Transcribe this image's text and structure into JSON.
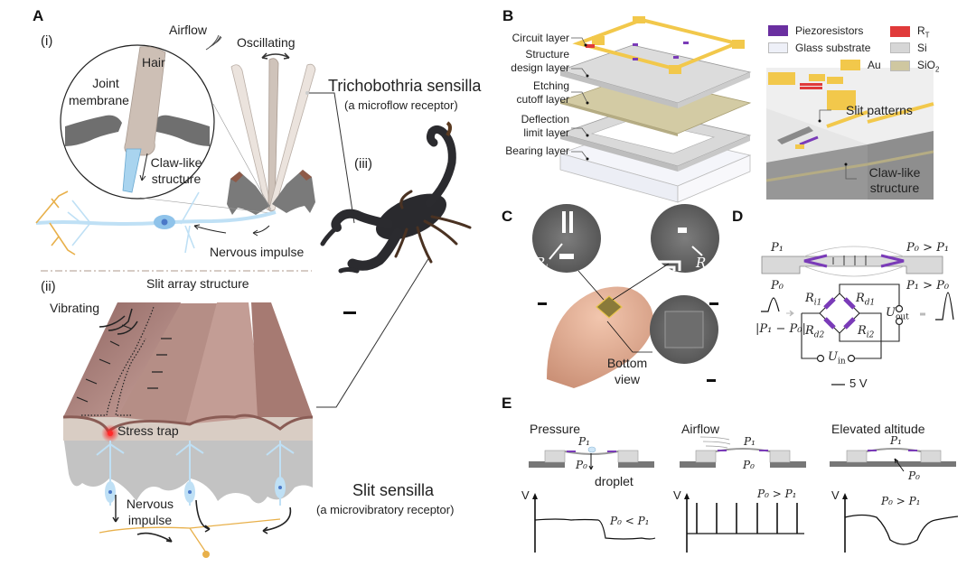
{
  "panels": {
    "A": {
      "letter": "A",
      "sub_i": "(i)",
      "sub_ii": "(ii)",
      "sub_iii": "(iii)",
      "airflow": "Airflow",
      "oscillating": "Oscillating",
      "hair": "Hair",
      "joint_membrane_1": "Joint",
      "joint_membrane_2": "membrane",
      "claw_1": "Claw-like",
      "claw_2": "structure",
      "nervous_impulse_top": "Nervous impulse",
      "trichobothria_title": "Trichobothria sensilla",
      "trichobothria_sub": "(a microflow receptor)",
      "slit_array": "Slit array structure",
      "vibrating": "Vibrating",
      "stress_trap": "Stress trap",
      "nervous_1": "Nervous",
      "nervous_2": "impulse",
      "slit_title": "Slit sensilla",
      "slit_sub": "(a microvibratory receptor)"
    },
    "B": {
      "letter": "B",
      "layers": [
        "Circuit layer",
        "Structure",
        "design layer",
        "Etching",
        "cutoff layer",
        "Deflection",
        "limit layer",
        "Bearing layer"
      ],
      "legend": [
        {
          "label": "Piezoresistors",
          "color": "#6a2fa0"
        },
        {
          "label": "R",
          "sub": "T",
          "color": "#e03a3a"
        },
        {
          "label": "Glass substrate",
          "color": "#eef0f8"
        },
        {
          "label": "Si",
          "color": "#d6d6d6"
        },
        {
          "label": "Au",
          "color": "#f2c84b"
        },
        {
          "label": "SiO",
          "sub": "2",
          "color": "#cfc7a0"
        }
      ],
      "slit_patterns": "Slit patterns",
      "claw_1": "Claw-like",
      "claw_2": "structure"
    },
    "C": {
      "letter": "C",
      "ri_label": "R",
      "ri_sub": "i",
      "rd_label": "R",
      "rd_sub": "d",
      "bottom_1": "Bottom",
      "bottom_2": "view"
    },
    "D": {
      "letter": "D",
      "p1_left": "P₁",
      "p0_left": "P₀",
      "p0_gt_p1": "P₀ > P₁",
      "p1_gt_p0": "P₁ > P₀",
      "ri1": "R",
      "ri1_sub": "i1",
      "rd1": "R",
      "rd1_sub": "d1",
      "rd2": "R",
      "rd2_sub": "d2",
      "ri2": "R",
      "ri2_sub": "i2",
      "uout": "U",
      "uout_sub": "out",
      "uin": "U",
      "uin_sub": "in",
      "input_label": "|P₁ − P₀|",
      "voltage": "5 V"
    },
    "E": {
      "letter": "E",
      "cases": [
        {
          "title": "Pressure",
          "p1": "P₁",
          "p0": "P₀",
          "extra": "droplet",
          "condition": "P₀ < P₁",
          "axis": "V"
        },
        {
          "title": "Airflow",
          "p1": "P₁",
          "p0": "P₀",
          "condition": "P₀ > P₁",
          "axis": "V"
        },
        {
          "title": "Elevated altitude",
          "p1": "P₁",
          "p0": "P₀",
          "condition": "P₀ > P₁",
          "axis": "V"
        }
      ]
    }
  },
  "colors": {
    "piezo": "#7a3bb8",
    "gold": "#f2c84b",
    "si": "#d9d9d9",
    "sio2": "#cfc7a0",
    "cuticle": "#a87a72",
    "neuron_blue": "#bfe0f5",
    "neuron_gold": "#e8b04a",
    "stress_red": "#ff2a2a"
  }
}
